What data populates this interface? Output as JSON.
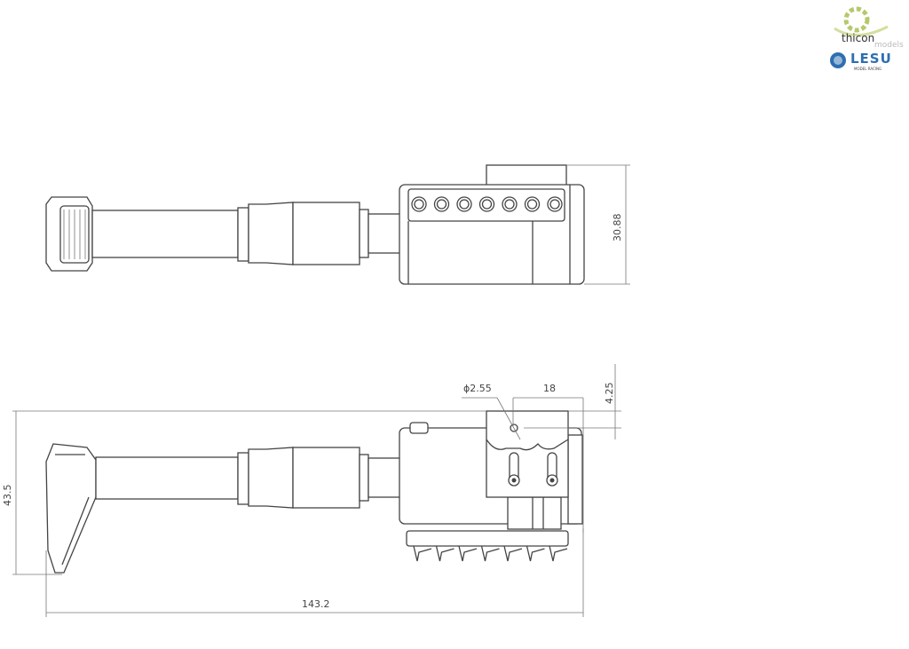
{
  "logo": {
    "brand1": "thicon",
    "brand1_sub": "models",
    "brand2": "LESU",
    "brand2_sub": "MODEL RACING"
  },
  "dimensions": {
    "top_height": "30.88",
    "total_height": "43.5",
    "total_length": "143.2",
    "hole_diameter": "ϕ2.55",
    "hole_offset_x": "18",
    "hole_offset_y": "4.25"
  },
  "colors": {
    "line": "#444444",
    "logo_green": "#b5c96a",
    "logo_blue": "#2d6fb0"
  }
}
